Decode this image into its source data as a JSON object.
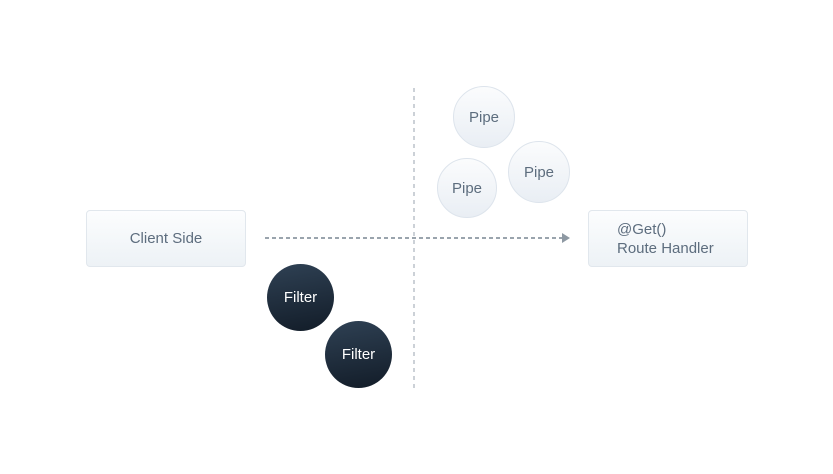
{
  "diagram": {
    "client_box": {
      "label": "Client Side"
    },
    "route_handler_box": {
      "line1": "@Get()",
      "line2": "Route Handler"
    },
    "pipes": [
      {
        "label": "Pipe"
      },
      {
        "label": "Pipe"
      },
      {
        "label": "Pipe"
      }
    ],
    "filters": [
      {
        "label": "Filter"
      },
      {
        "label": "Filter"
      }
    ],
    "colors": {
      "background": "#ffffff",
      "box_border": "#e1e7ed",
      "box_fill_top": "#fcfdfe",
      "box_fill_bottom": "#edf2f6",
      "node_text": "#5d6d7e",
      "pipe_border": "#dde4ec",
      "filter_fill_top": "#2f4154",
      "filter_fill_bottom": "#121c28",
      "filter_text": "#ffffff",
      "arrow_dash": "#9aa4ad",
      "divider_dash": "#ccd1d7"
    }
  }
}
